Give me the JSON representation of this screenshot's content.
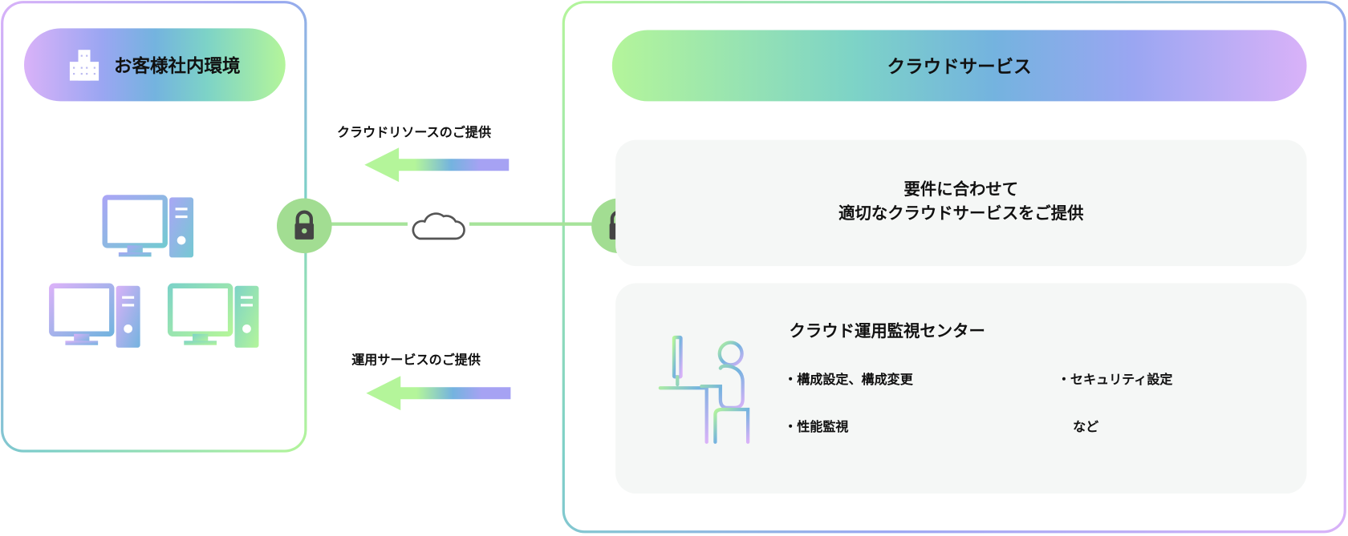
{
  "customer_env": {
    "title": "お客様社内環境",
    "icon": "building-icon"
  },
  "cloud_service": {
    "title": "クラウドサービス"
  },
  "arrows": [
    {
      "label": "クラウドリソースのご提供",
      "direction": "left"
    },
    {
      "label": "運用サービスのご提供",
      "direction": "left"
    }
  ],
  "card_provision": {
    "line1": "要件に合わせて",
    "line2": "適切なクラウドサービスをご提供"
  },
  "card_monitoring": {
    "title": "クラウド運用監視センター",
    "items": [
      "・構成設定、構成変更",
      "・セキュリティ設定",
      "・性能監視",
      "など"
    ]
  },
  "colors": {
    "lock": "#a2dd92",
    "line": "#a6e39a",
    "card": "#f5f7f6",
    "purple": "#d9b2f8",
    "green": "#b4f59a"
  }
}
